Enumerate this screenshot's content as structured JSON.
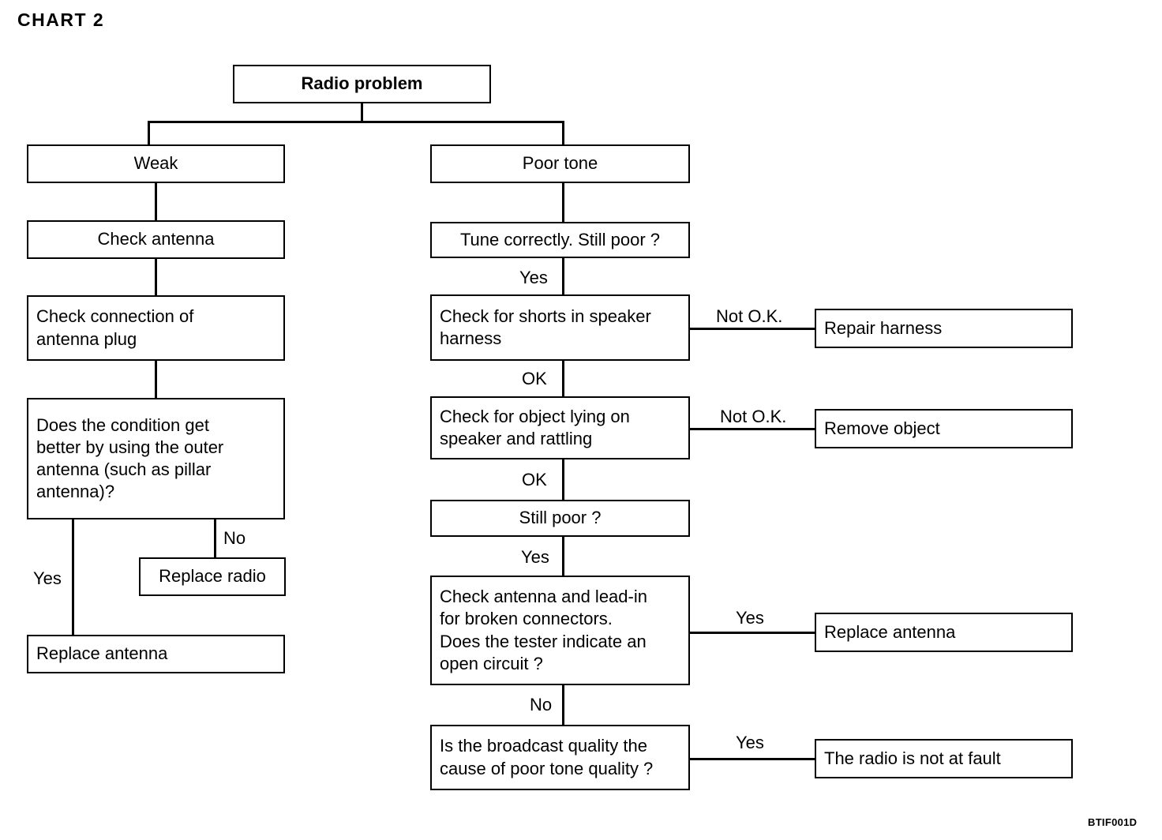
{
  "page": {
    "title": "CHART 2",
    "footer_code": "BTIF001D"
  },
  "chart_data": {
    "type": "diagram",
    "title": "CHART 2",
    "diagram_kind": "troubleshooting-flowchart",
    "root": "Radio problem",
    "nodes": [
      {
        "id": "radio_problem",
        "label": "Radio problem"
      },
      {
        "id": "weak",
        "label": "Weak"
      },
      {
        "id": "check_antenna",
        "label": "Check antenna"
      },
      {
        "id": "check_connection",
        "label": "Check connection of\nantenna plug"
      },
      {
        "id": "condition_better",
        "label": "Does the condition get\nbetter by using the outer\nantenna (such as pillar\nantenna)?"
      },
      {
        "id": "replace_radio",
        "label": "Replace radio"
      },
      {
        "id": "replace_antenna_left",
        "label": "Replace antenna"
      },
      {
        "id": "poor_tone",
        "label": "Poor tone"
      },
      {
        "id": "tune_correctly",
        "label": "Tune correctly. Still poor ?"
      },
      {
        "id": "check_shorts",
        "label": "Check for shorts in speaker\nharness"
      },
      {
        "id": "repair_harness",
        "label": "Repair harness"
      },
      {
        "id": "check_object",
        "label": "Check for object lying on\nspeaker and rattling"
      },
      {
        "id": "remove_object",
        "label": "Remove object"
      },
      {
        "id": "still_poor",
        "label": "Still poor ?"
      },
      {
        "id": "check_lead_in",
        "label": "Check antenna and lead-in\nfor broken connectors.\nDoes the tester indicate an\nopen circuit ?"
      },
      {
        "id": "replace_antenna_right",
        "label": "Replace antenna"
      },
      {
        "id": "broadcast_quality",
        "label": "Is the broadcast quality the\ncause of poor tone quality ?"
      },
      {
        "id": "radio_not_at_fault",
        "label": "The radio is not at fault"
      }
    ],
    "edges": [
      {
        "from": "radio_problem",
        "to": "weak",
        "label": ""
      },
      {
        "from": "radio_problem",
        "to": "poor_tone",
        "label": ""
      },
      {
        "from": "weak",
        "to": "check_antenna",
        "label": ""
      },
      {
        "from": "check_antenna",
        "to": "check_connection",
        "label": ""
      },
      {
        "from": "check_connection",
        "to": "condition_better",
        "label": ""
      },
      {
        "from": "condition_better",
        "to": "replace_antenna_left",
        "label": "Yes"
      },
      {
        "from": "condition_better",
        "to": "replace_radio",
        "label": "No"
      },
      {
        "from": "poor_tone",
        "to": "tune_correctly",
        "label": ""
      },
      {
        "from": "tune_correctly",
        "to": "check_shorts",
        "label": "Yes"
      },
      {
        "from": "check_shorts",
        "to": "repair_harness",
        "label": "Not O.K."
      },
      {
        "from": "check_shorts",
        "to": "check_object",
        "label": "OK"
      },
      {
        "from": "check_object",
        "to": "remove_object",
        "label": "Not O.K."
      },
      {
        "from": "check_object",
        "to": "still_poor",
        "label": "OK"
      },
      {
        "from": "still_poor",
        "to": "check_lead_in",
        "label": "Yes"
      },
      {
        "from": "check_lead_in",
        "to": "replace_antenna_right",
        "label": "Yes"
      },
      {
        "from": "check_lead_in",
        "to": "broadcast_quality",
        "label": "No"
      },
      {
        "from": "broadcast_quality",
        "to": "radio_not_at_fault",
        "label": "Yes"
      }
    ],
    "edge_labels": {
      "yes_1": "Yes",
      "no_1": "No",
      "yes_2": "Yes",
      "notok_1": "Not O.K.",
      "ok_1": "OK",
      "notok_2": "Not O.K.",
      "ok_2": "OK",
      "yes_3": "Yes",
      "yes_4": "Yes",
      "no_2": "No",
      "yes_5": "Yes"
    }
  }
}
